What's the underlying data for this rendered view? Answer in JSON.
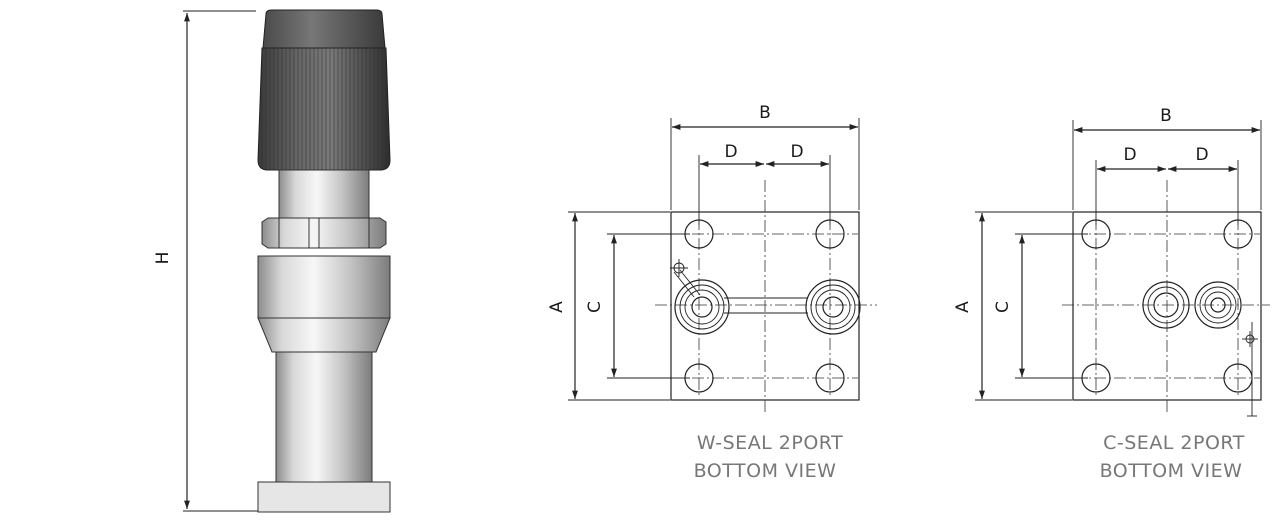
{
  "valve_view": {
    "height_label": "H"
  },
  "views": [
    {
      "id": "w-seal",
      "dims": {
        "b": "B",
        "d1": "D",
        "d2": "D",
        "a": "A",
        "c": "C"
      },
      "caption_line1": "W-SEAL 2PORT",
      "caption_line2": "BOTTOM VIEW"
    },
    {
      "id": "c-seal",
      "dims": {
        "b": "B",
        "d1": "D",
        "d2": "D",
        "a": "A",
        "c": "C"
      },
      "caption_line1": "C-SEAL 2PORT",
      "caption_line2": "BOTTOM VIEW"
    }
  ]
}
